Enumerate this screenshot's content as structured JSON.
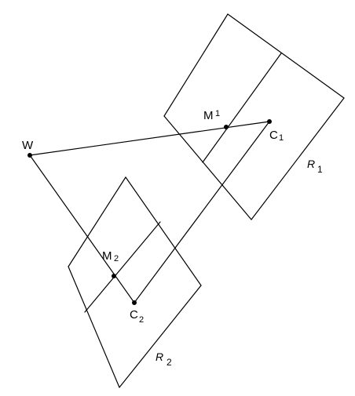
{
  "labels": {
    "W": "W",
    "M1": {
      "main": "M",
      "sub": "1"
    },
    "C1": {
      "main": "C",
      "sub": "1"
    },
    "R1": {
      "main": "R",
      "sub": "1"
    },
    "M2": {
      "main": "M",
      "sub": "2"
    },
    "C2": {
      "main": "C",
      "sub": "2"
    },
    "R2": {
      "main": "R",
      "sub": "2"
    }
  },
  "colors": {
    "stroke": "#000000",
    "background": "#ffffff"
  }
}
